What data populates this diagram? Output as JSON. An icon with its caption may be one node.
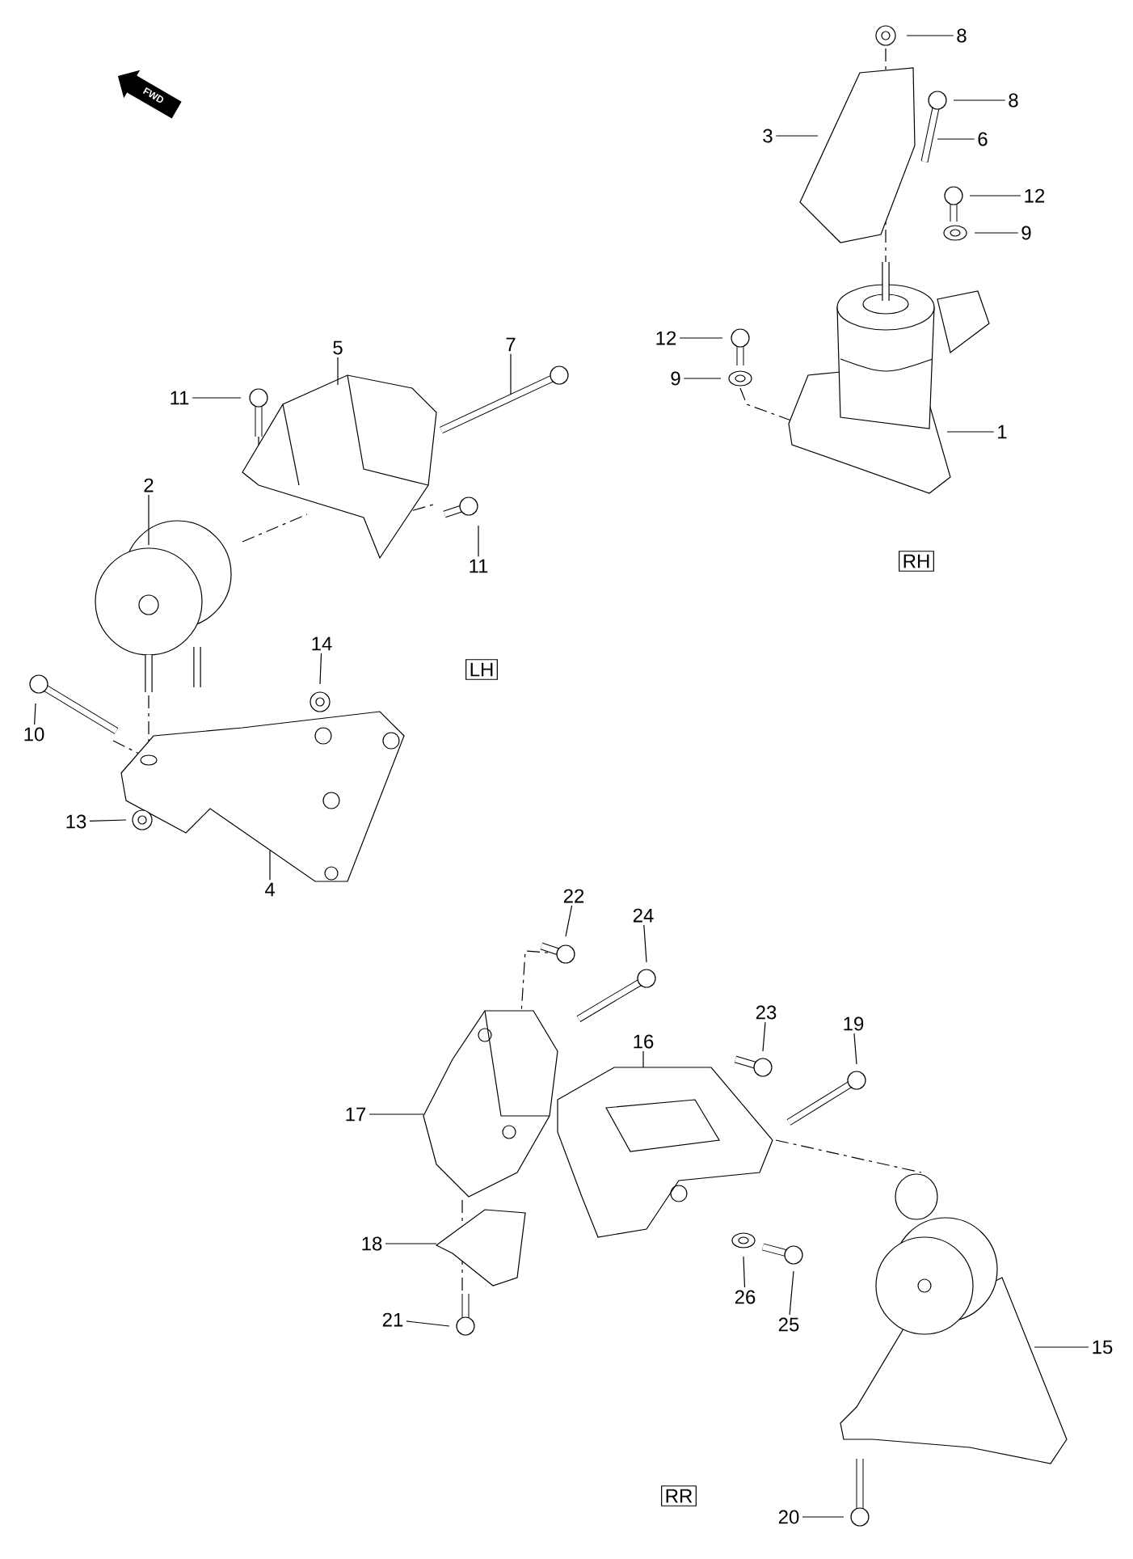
{
  "diagram": {
    "nodes": [
      {
        "text": [
          "8"
        ]
      },
      {
        "text": [
          "8"
        ]
      },
      {
        "text": [
          "3"
        ]
      },
      {
        "text": [
          "6"
        ]
      },
      {
        "text": [
          "12"
        ]
      },
      {
        "text": [
          "9"
        ]
      },
      {
        "text": [
          "12"
        ]
      },
      {
        "text": [
          "7"
        ]
      },
      {
        "text": [
          "5"
        ]
      },
      {
        "text": [
          "9"
        ]
      },
      {
        "text": [
          "11"
        ]
      },
      {
        "text": [
          "1"
        ]
      },
      {
        "text": [
          "2"
        ]
      },
      {
        "text": [
          "11"
        ]
      },
      {
        "text": [
          "RH"
        ]
      },
      {
        "text": [
          "14"
        ]
      },
      {
        "text": [
          "LH"
        ]
      },
      {
        "text": [
          "10"
        ]
      },
      {
        "text": [
          "13"
        ]
      },
      {
        "text": [
          "4"
        ]
      },
      {
        "text": [
          "22"
        ]
      },
      {
        "text": [
          "24"
        ]
      },
      {
        "text": [
          "23"
        ]
      },
      {
        "text": [
          "19"
        ]
      },
      {
        "text": [
          "16"
        ]
      },
      {
        "text": [
          "17"
        ]
      },
      {
        "text": [
          "18"
        ]
      },
      {
        "text": [
          "26"
        ]
      },
      {
        "text": [
          "21"
        ]
      },
      {
        "text": [
          "25"
        ]
      },
      {
        "text": [
          "15"
        ]
      },
      {
        "text": [
          "RR"
        ]
      },
      {
        "text": [
          "20"
        ]
      }
    ],
    "edges": [
      {
        "from": 0,
        "to": null,
        "arrow": "none"
      },
      {
        "from": 1,
        "to": null,
        "arrow": "none"
      },
      {
        "from": 2,
        "to": null,
        "arrow": "none"
      },
      {
        "from": 3,
        "to": null,
        "arrow": "none"
      },
      {
        "from": 4,
        "to": null,
        "arrow": "none"
      },
      {
        "from": 5,
        "to": null,
        "arrow": "none"
      },
      {
        "from": 6,
        "to": null,
        "arrow": "none"
      },
      {
        "from": 7,
        "to": null,
        "arrow": "none"
      },
      {
        "from": 8,
        "to": null,
        "arrow": "none"
      },
      {
        "from": 9,
        "to": null,
        "arrow": "none"
      },
      {
        "from": 10,
        "to": null,
        "arrow": "none"
      },
      {
        "from": 11,
        "to": null,
        "arrow": "none"
      },
      {
        "from": 12,
        "to": null,
        "arrow": "none"
      },
      {
        "from": 13,
        "to": null,
        "arrow": "none"
      },
      {
        "from": 15,
        "to": null,
        "arrow": "none"
      },
      {
        "from": 17,
        "to": null,
        "arrow": "none"
      },
      {
        "from": 18,
        "to": null,
        "arrow": "none"
      },
      {
        "from": 19,
        "to": null,
        "arrow": "none"
      },
      {
        "from": 20,
        "to": null,
        "arrow": "none"
      },
      {
        "from": 21,
        "to": null,
        "arrow": "none"
      },
      {
        "from": 22,
        "to": null,
        "arrow": "none"
      },
      {
        "from": 23,
        "to": null,
        "arrow": "none"
      },
      {
        "from": 24,
        "to": null,
        "arrow": "none"
      },
      {
        "from": 25,
        "to": null,
        "arrow": "none"
      },
      {
        "from": 26,
        "to": null,
        "arrow": "none"
      },
      {
        "from": 27,
        "to": null,
        "arrow": "none"
      },
      {
        "from": 28,
        "to": null,
        "arrow": "none"
      },
      {
        "from": 29,
        "to": null,
        "arrow": "none"
      },
      {
        "from": 30,
        "to": null,
        "arrow": "none"
      },
      {
        "from": 32,
        "to": null,
        "arrow": "none"
      }
    ],
    "labels": [
      "FWD"
    ]
  }
}
